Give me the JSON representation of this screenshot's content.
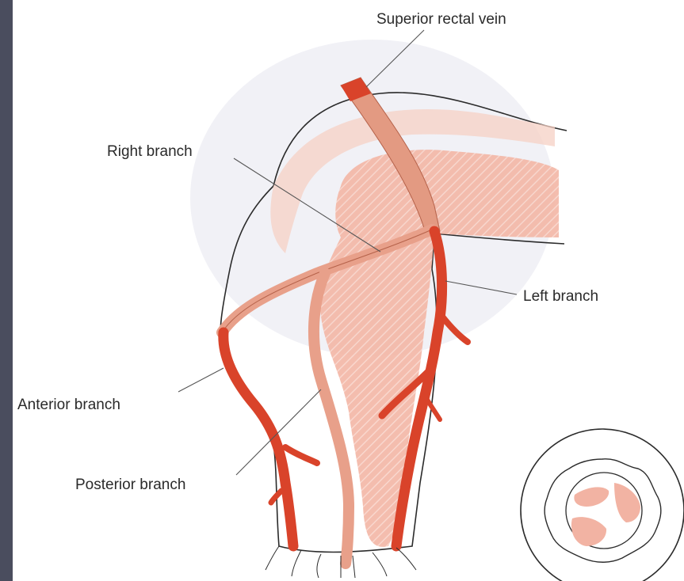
{
  "figure": {
    "labels": {
      "superior_rectal_vein": "Superior rectal vein",
      "right_branch": "Right branch",
      "left_branch": "Left branch",
      "anterior_branch": "Anterior branch",
      "posterior_branch": "Posterior branch"
    },
    "colors": {
      "vein_dark": "#d9432a",
      "vein_light": "#e8a08a",
      "tissue_pink": "#f2b3a3",
      "mucosa_fill": "#f7d9cf",
      "outline": "#2b2b2b",
      "side_bar": "#4a4d5e"
    }
  }
}
